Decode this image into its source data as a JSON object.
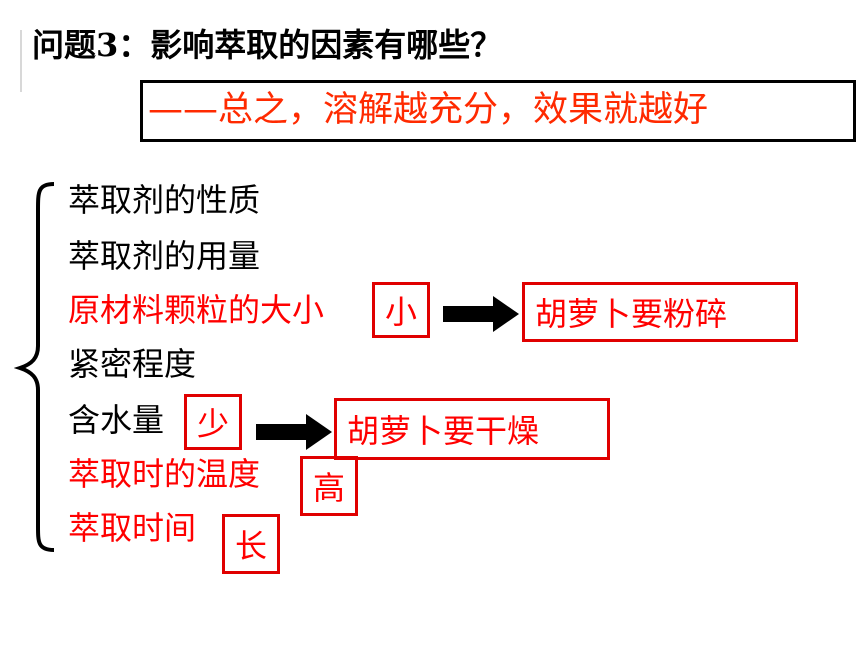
{
  "question": "问题3：影响萃取的因素有哪些？",
  "summary": "——总之，溶解越充分，效果就越好",
  "factors": [
    {
      "text": "萃取剂的性质"
    },
    {
      "text": "萃取剂的用量"
    },
    {
      "text": "原材料颗粒的大小",
      "answer": "小",
      "result": "胡萝卜要粉碎"
    },
    {
      "text": "紧密程度"
    },
    {
      "text": "含水量",
      "answer": "少",
      "result": "胡萝卜要干燥"
    },
    {
      "text": "萃取时的温度",
      "answer": "高"
    },
    {
      "text": "萃取时间",
      "answer": "长"
    }
  ],
  "colors": {
    "highlight": "#ff0000",
    "text": "#000000",
    "box_border": "#e00000"
  }
}
